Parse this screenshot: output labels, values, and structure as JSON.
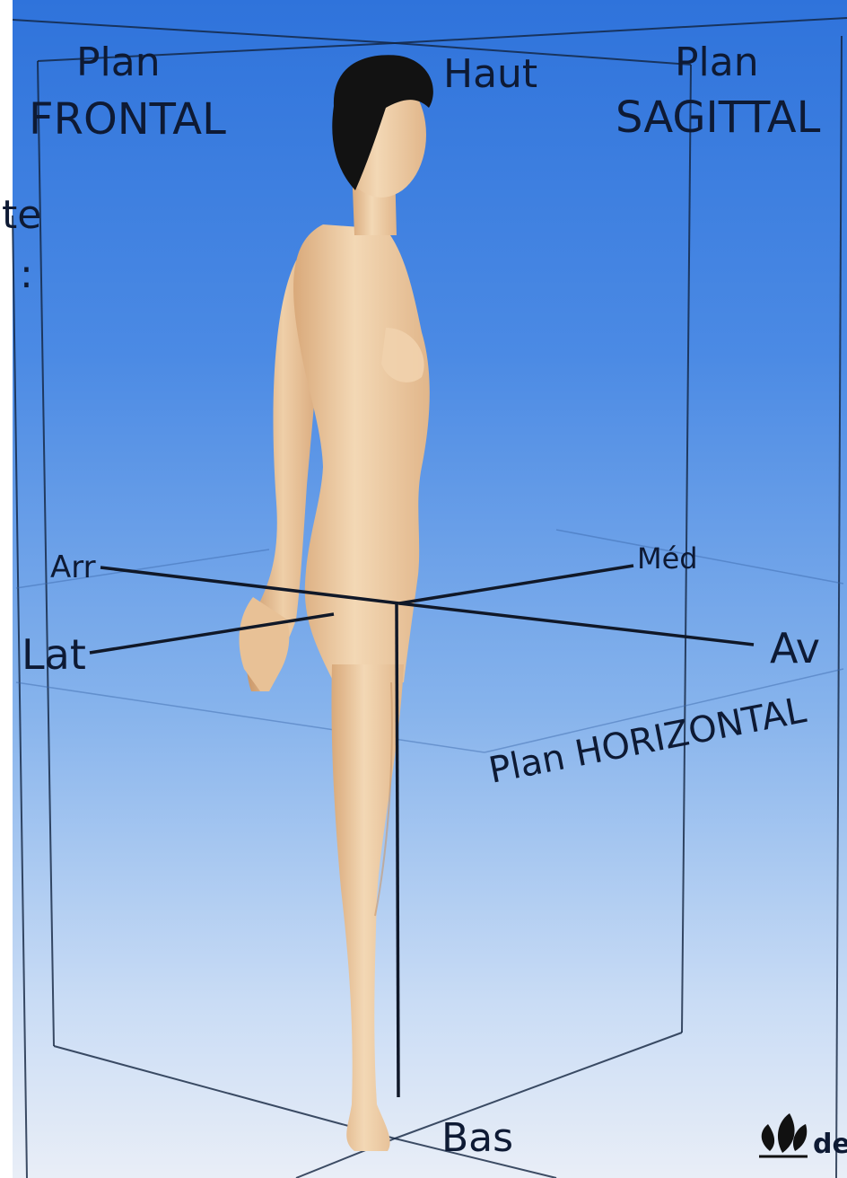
{
  "labels": {
    "frontal_line1": "Plan",
    "frontal_line2": "FRONTAL",
    "haut": "Haut",
    "sagittal_line1": "Plan",
    "sagittal_line2": "SAGITTAL",
    "cut_text_top": "te",
    "cut_text_colon": ":",
    "arr": "Arr",
    "med": "Méd",
    "lat": "Lat",
    "av": "Av",
    "horizontal": "Plan HORIZONTAL",
    "bas": "Bas",
    "logo_partial": "de"
  },
  "colors": {
    "background_top": "#2f73db",
    "background_bottom": "#e9eef7",
    "lines": "#12233f",
    "text": "#0e1a34",
    "skin": "#eccba3",
    "hair": "#111111"
  },
  "icons": {
    "logo": "lotus-logo-icon"
  }
}
